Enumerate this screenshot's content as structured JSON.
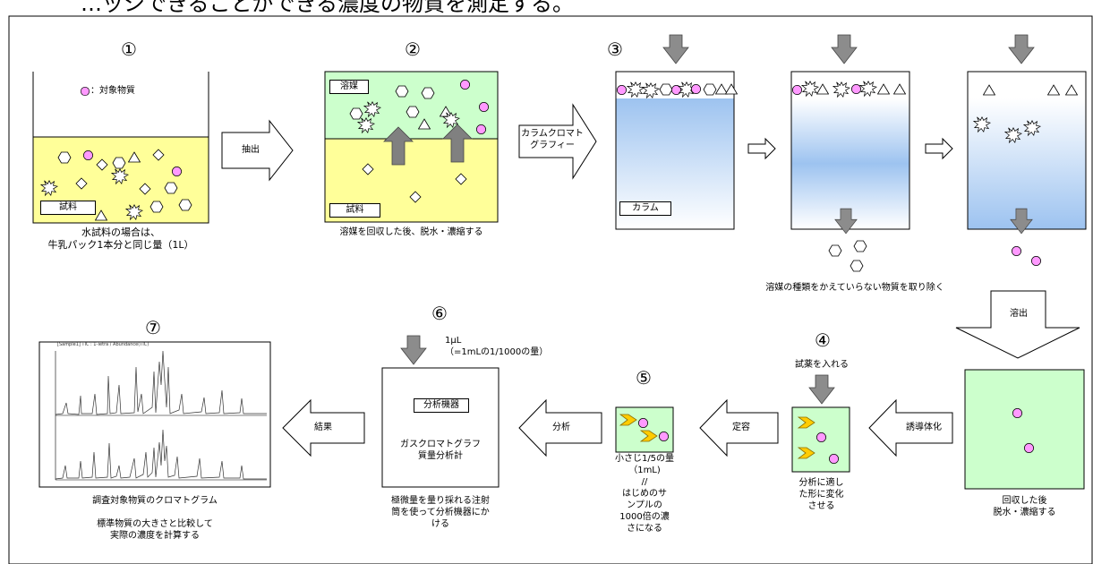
{
  "header_text": "…ッシできることができる濃度の物質を測定する。",
  "steps": [
    "①",
    "②",
    "③",
    "④",
    "⑤",
    "⑥",
    "⑦"
  ],
  "colors": {
    "sample": "#ffff99",
    "solvent": "#ccffcc",
    "column": "#9dc3f0",
    "target": "#ff99ff"
  },
  "panel1": {
    "legend": "：対象物質",
    "box_label": "試料",
    "caption_1": "水試料の場合は、",
    "caption_2": "牛乳パック1本分と同じ量（1L）"
  },
  "arrows": {
    "extract": "抽出",
    "column_1": "カラムクロマト",
    "column_2": "グラフィー",
    "elute": "溶出",
    "derivatize": "誘導体化",
    "dilute": "定容",
    "analyze": "分析",
    "result": "結果"
  },
  "panel2": {
    "solvent_label": "溶媒",
    "sample_label": "試料",
    "caption": "溶媒を回収した後、脱水・濃縮する"
  },
  "panel3": {
    "column_label": "カラム",
    "caption": "溶媒の種類をかえていらない物質を取り除く"
  },
  "recovered": {
    "caption_1": "回収した後",
    "caption_2": "脱水・濃縮する"
  },
  "panel4": {
    "reagent": "試薬を入れる",
    "caption_1": "分析に適し",
    "caption_2": "た形に変化",
    "caption_3": "させる"
  },
  "panel5": {
    "line_1": "小さじ1/5の量",
    "line_2": "（1mL)",
    "line_3": "//",
    "line_4": "はじめのサ",
    "line_5": "ンプルの",
    "line_6": "1000倍の濃",
    "line_7": "さになる"
  },
  "panel6": {
    "volume_1": "1μL",
    "volume_2": "（=1mLの1/1000の量）",
    "instrument_label": "分析機器",
    "instrument_name_1": "ガスクロマトグラフ",
    "instrument_name_2": "質量分析計",
    "caption_1": "極微量を量り採れる注射",
    "caption_2": "筒を使って分析機器にか",
    "caption_3": "ける"
  },
  "panel7": {
    "chart_header": "[Sample1] TIC : 1-Tetra / Abundance(TIC)",
    "caption_1": "調査対象物質のクロマトグラム",
    "caption_2": "標準物質の大きさと比較して",
    "caption_3": "実際の濃度を計算する"
  }
}
